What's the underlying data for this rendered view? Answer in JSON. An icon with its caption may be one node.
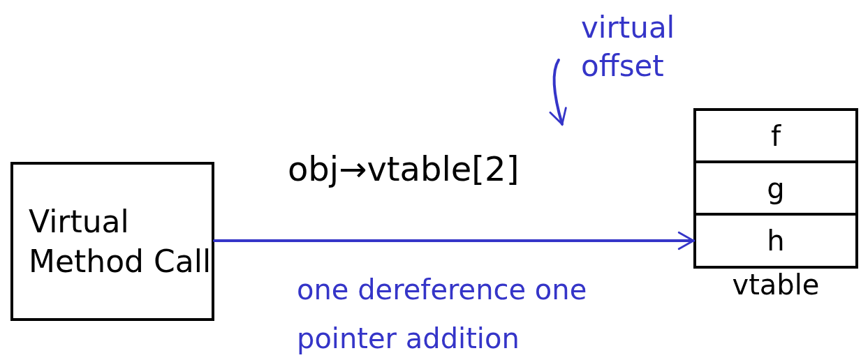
{
  "diagram": {
    "nodes": [
      {
        "text": [
          "Virtual Method Call"
        ]
      },
      {
        "text": [],
        "shape": "box",
        "beside": [
          "vtable"
        ]
      },
      {
        "text": [
          "f"
        ],
        "in": 1
      },
      {
        "text": [
          "g"
        ],
        "in": 1
      },
      {
        "text": [
          "h"
        ],
        "in": 1
      },
      {
        "text": [
          "virtual offset"
        ]
      }
    ],
    "edges": [
      {
        "from": 0,
        "to": 4,
        "arrow": "to",
        "label": "obj→vtable[2]",
        "color": "#3535c8"
      },
      {
        "from": 5,
        "to": null,
        "arrow": "to",
        "color": "#3535c8"
      }
    ],
    "labels": [
      "one dereference one pointer addition"
    ]
  }
}
